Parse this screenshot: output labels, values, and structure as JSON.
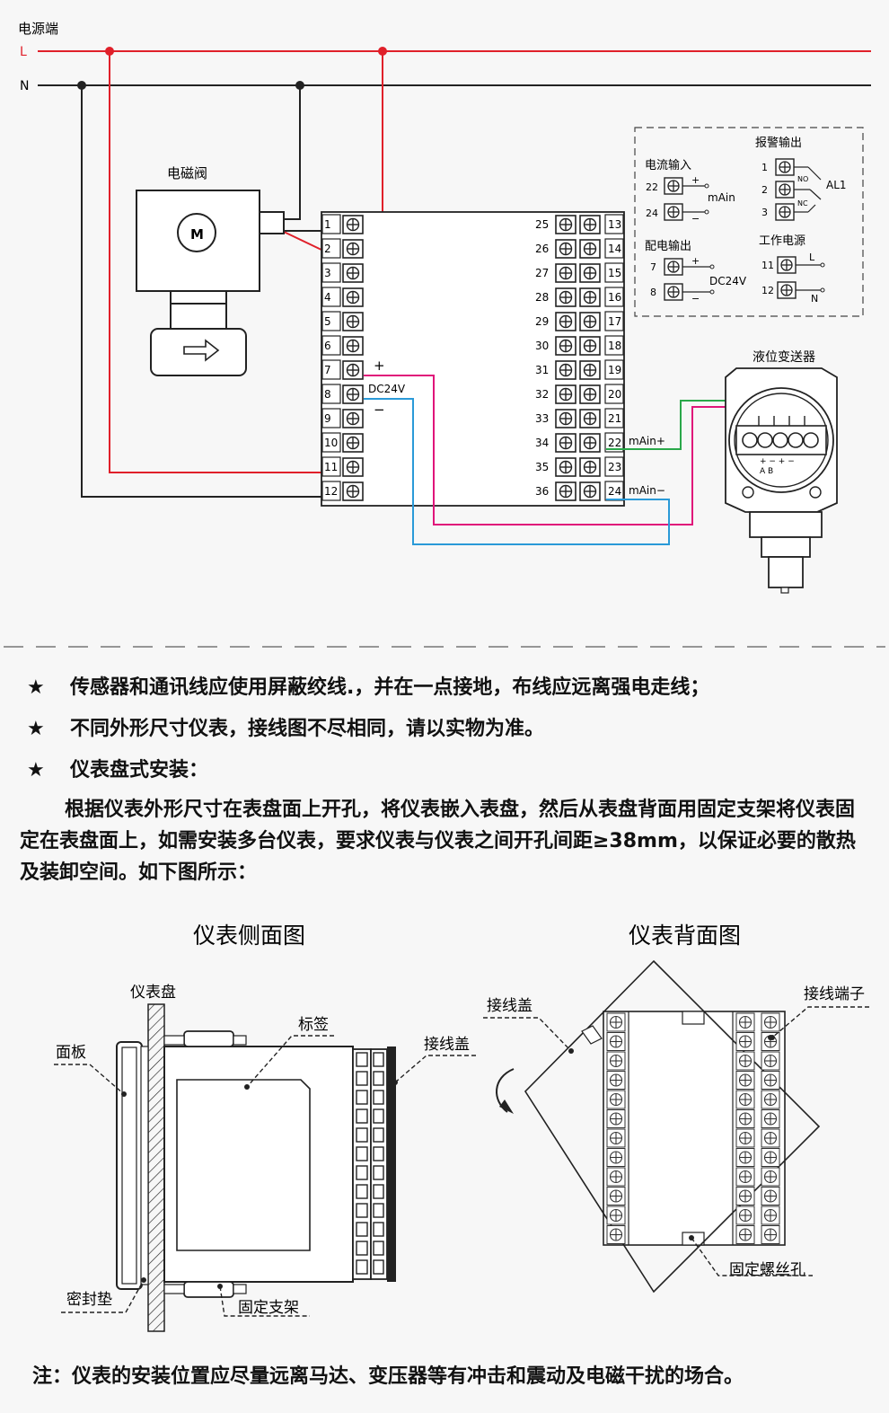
{
  "wiring": {
    "power_label": "电源端",
    "line_l": "L",
    "line_n": "N",
    "valve_label": "电磁阀",
    "motor_label": "M",
    "dc_plus": "+",
    "dc_label": "DC24V",
    "dc_minus": "−",
    "ain_plus": "mAin+",
    "ain_minus": "mAin−",
    "transmitter_label": "液位变送器",
    "terminal_ab": "A B",
    "terminal_pm": "+ −  + −",
    "left_terminals": [
      "1",
      "2",
      "3",
      "4",
      "5",
      "6",
      "7",
      "8",
      "9",
      "10",
      "11",
      "12"
    ],
    "right_terminals_a": [
      "25",
      "26",
      "27",
      "28",
      "29",
      "30",
      "31",
      "32",
      "33",
      "34",
      "35",
      "36"
    ],
    "right_terminals_b": [
      "13",
      "14",
      "15",
      "16",
      "17",
      "18",
      "19",
      "20",
      "21",
      "22",
      "23",
      "24"
    ],
    "legend": {
      "current_input": "电流输入",
      "ci_terms": [
        "22",
        "24"
      ],
      "ci_plus": "+",
      "ci_minus": "−",
      "ci_label": "mAin",
      "power_output": "配电输出",
      "po_terms": [
        "7",
        "8"
      ],
      "po_plus": "+",
      "po_minus": "−",
      "po_label": "DC24V",
      "alarm_output": "报警输出",
      "al_terms": [
        "1",
        "2",
        "3"
      ],
      "al_no": "NO",
      "al_nc": "NC",
      "al_label": "AL1",
      "work_power": "工作电源",
      "wp_terms": [
        "11",
        "12"
      ],
      "wp_l": "L",
      "wp_n": "N"
    }
  },
  "notes": {
    "star": "★",
    "item1": "传感器和通讯线应使用屏蔽绞线.，并在一点接地，布线应远离强电走线；",
    "item2": "不同外形尺寸仪表，接线图不尽相同，请以实物为准。",
    "item3": "仪表盘式安装：",
    "paragraph": "根据仪表外形尺寸在表盘面上开孔，将仪表嵌入表盘，然后从表盘背面用固定支架将仪表固定在表盘面上，如需安装多台仪表，要求仪表与仪表之间开孔间距≥38mm，以保证必要的散热及装卸空间。如下图所示："
  },
  "install": {
    "side_title": "仪表侧面图",
    "back_title": "仪表背面图",
    "panel": "仪表盘",
    "face": "面板",
    "tag": "标签",
    "cover": "接线盖",
    "gasket": "密封垫",
    "bracket": "固定支架",
    "back_cover": "接线盖",
    "terminals": "接线端子",
    "screw_hole": "固定螺丝孔"
  },
  "footer": "注：仪表的安装位置应尽量远离马达、变压器等有冲击和震动及电磁干扰的场合。",
  "colors": {
    "red": "#e0202a",
    "magenta": "#e0157a",
    "blue": "#2a9ad8",
    "green": "#2aa84a",
    "dark": "#222222"
  }
}
